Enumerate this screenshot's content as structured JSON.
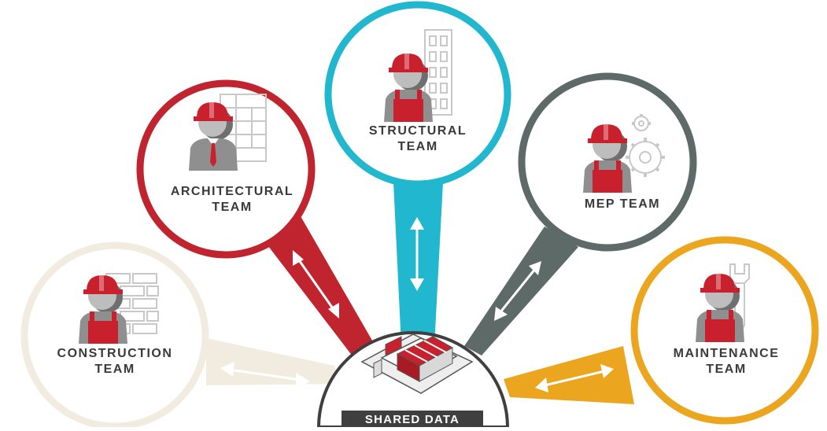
{
  "hub": {
    "label": "SHARED DATA"
  },
  "teams": [
    {
      "id": "construction",
      "label": [
        "CONSTRUCTION",
        "TEAM"
      ],
      "color": "#f2ece0"
    },
    {
      "id": "architectural",
      "label": [
        "ARCHITECTURAL",
        "TEAM"
      ],
      "color": "#c0242e"
    },
    {
      "id": "structural",
      "label": [
        "STRUCTURAL",
        "TEAM"
      ],
      "color": "#21b7cf"
    },
    {
      "id": "mep",
      "label": [
        "MEP TEAM"
      ],
      "color": "#5e6a67"
    },
    {
      "id": "maintenance",
      "label": [
        "MAINTENANCE",
        "TEAM"
      ],
      "color": "#eba51e"
    }
  ],
  "colors": {
    "worker_red": "#c8202d",
    "worker_gray": "#8f8f8f",
    "outline": "#555555"
  },
  "icons": [
    "worker-icon",
    "brick-wall-icon",
    "building-icon",
    "gears-icon",
    "wrench-icon",
    "double-arrow-icon",
    "building-model-icon"
  ]
}
